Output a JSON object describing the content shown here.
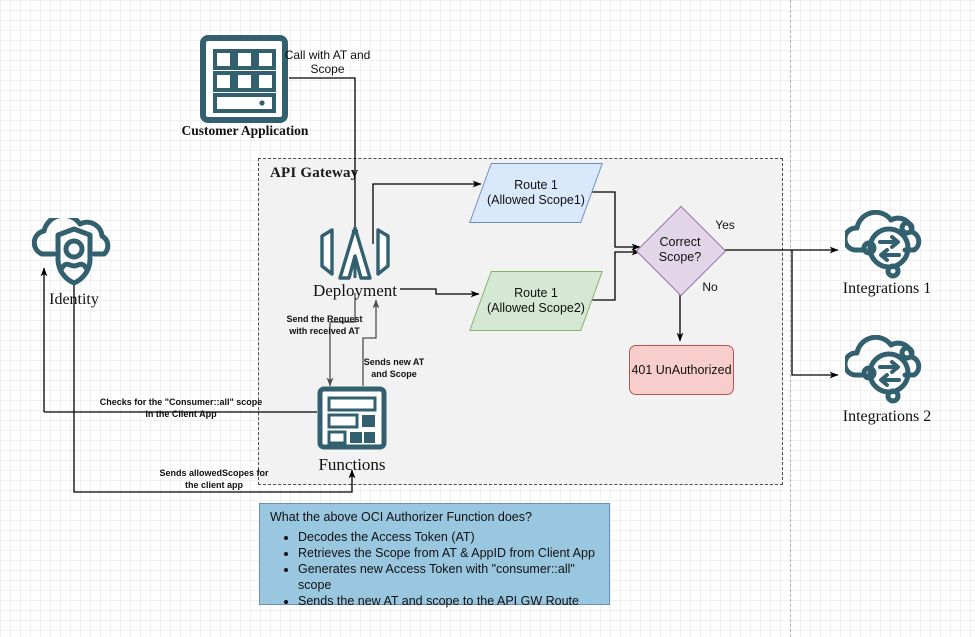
{
  "diagram": {
    "title": "OCI API Gateway Authorizer Function flow",
    "colors": {
      "oci_teal": "#33606f",
      "route_blue_fill": "#dae8fc",
      "route_blue_stroke": "#6c8ebf",
      "route_green_fill": "#d5e8d4",
      "route_green_stroke": "#82b366",
      "diamond_fill": "#e1d5e7",
      "diamond_stroke": "#9673a6",
      "error_fill": "#f8cecc",
      "error_stroke": "#b85450",
      "info_fill": "#9ac7e0",
      "container_fill": "#f2f2f2"
    }
  },
  "container": {
    "label": "API Gateway"
  },
  "nodes": {
    "customer_app": {
      "caption": "Customer Application",
      "icon": "customer-application-icon"
    },
    "identity": {
      "caption": "Identity",
      "icon": "identity-cloud-icon"
    },
    "deployment": {
      "caption": "Deployment",
      "icon": "api-gateway-deployment-icon"
    },
    "functions": {
      "caption": "Functions",
      "icon": "oci-functions-icon"
    },
    "route1": {
      "line1": "Route 1",
      "line2": "(Allowed Scope1)"
    },
    "route2": {
      "line1": "Route 1",
      "line2": "(Allowed Scope2)"
    },
    "decision": {
      "line1": "Correct",
      "line2": "Scope?"
    },
    "unauthorized": {
      "label": "401 UnAuthorized"
    },
    "integrations1": {
      "caption": "Integrations 1",
      "icon": "integrations-cloud-icon"
    },
    "integrations2": {
      "caption": "Integrations 2",
      "icon": "integrations-cloud-icon"
    }
  },
  "edge_labels": {
    "call_with_at": "Call with AT and\nScope",
    "yes": "Yes",
    "no": "No",
    "send_request": "Send the Request\nwith received AT",
    "sends_new_at": "Sends  new AT\nand Scope",
    "checks_scope": "Checks for the \"Consumer::all\" scope\nin the Client App",
    "sends_allowed_scopes": "Sends allowedScopes for\nthe client app"
  },
  "info_box": {
    "title": "What the above OCI Authorizer Function does?",
    "bullets": [
      "Decodes the Access Token (AT)",
      "Retrieves the Scope from AT & AppID from Client App",
      "Generates new Access Token with \"consumer::all\" scope",
      "Sends the new AT and scope to the API GW Route"
    ]
  }
}
